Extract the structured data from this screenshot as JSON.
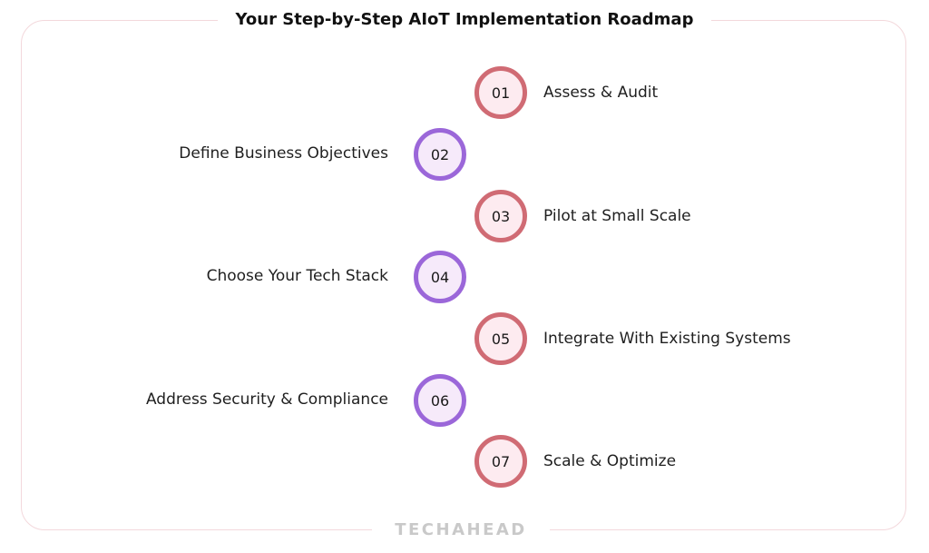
{
  "title": "Your Step-by-Step AIoT Implementation Roadmap",
  "brand": "TECHAHEAD",
  "colors": {
    "odd_ring": "#d06b74",
    "even_ring": "#9b67d9",
    "odd_fill": "#fdebf0",
    "even_fill": "#f6eafa",
    "frame": "#f3d8dc",
    "brand": "#c9c9c9"
  },
  "steps": [
    {
      "num": "01",
      "label": "Assess & Audit"
    },
    {
      "num": "02",
      "label": "Define Business Objectives"
    },
    {
      "num": "03",
      "label": "Pilot at Small Scale"
    },
    {
      "num": "04",
      "label": "Choose Your Tech Stack"
    },
    {
      "num": "05",
      "label": "Integrate With Existing Systems"
    },
    {
      "num": "06",
      "label": "Address Security & Compliance"
    },
    {
      "num": "07",
      "label": "Scale & Optimize"
    }
  ]
}
